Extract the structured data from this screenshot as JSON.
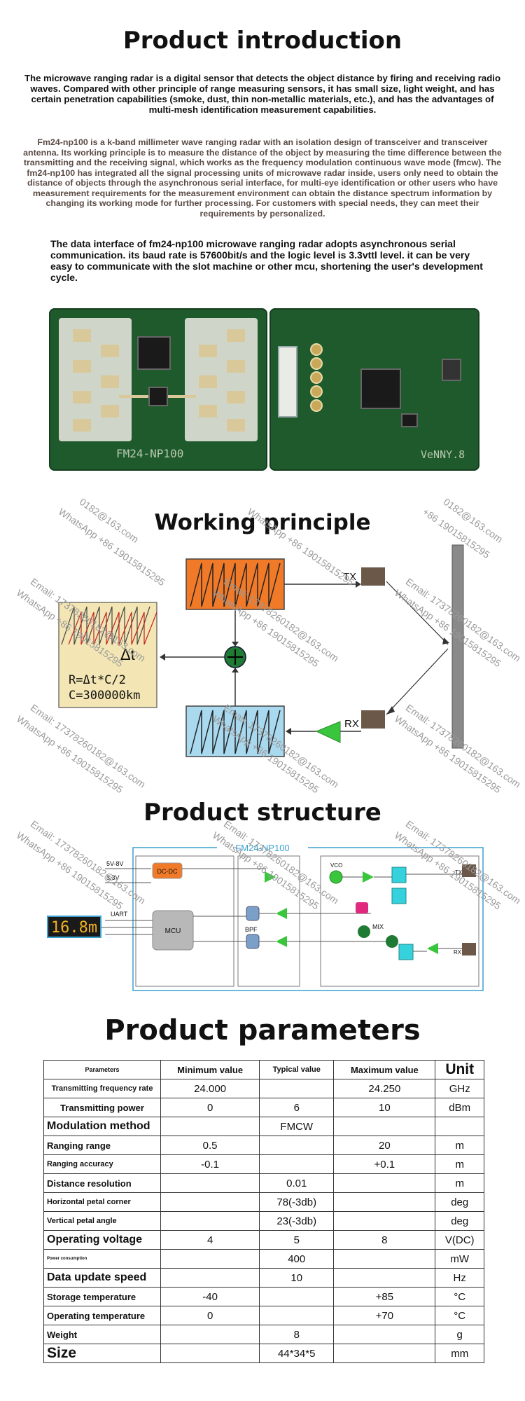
{
  "intro": {
    "title": "Product introduction",
    "p1": "The microwave ranging radar is a digital sensor that detects the object distance by firing and receiving radio waves. Compared with other principle of range measuring sensors, it has small size, light weight, and has certain penetration capabilities (smoke, dust, thin non-metallic materials, etc.), and has the advantages of multi-mesh identification measurement capabilities.",
    "p2": "Fm24-np100 is a k-band millimeter wave ranging radar with an isolation design of transceiver and transceiver antenna. Its working principle is to measure the distance of the object by measuring the time difference between the transmitting and the receiving signal, which works as the frequency modulation continuous wave mode (fmcw). The fm24-np100 has integrated all the signal processing units of microwave radar inside, users only need to obtain the distance of objects through the asynchronous serial interface, for multi-eye identification or other users who have measurement requirements for the measurement environment can obtain the distance spectrum information by changing its working mode for further processing. For customers with special needs, they can meet their requirements by personalized.",
    "p3": "The data interface of fm24-np100 microwave ranging radar adopts asynchronous serial communication. its baud rate is 57600bit/s and the logic level is 3.3vttl level. it can be very easy to communicate with the slot machine or other mcu, shortening the user's development cycle."
  },
  "boards": {
    "front_silk": "FM24-NP100",
    "back_silk": "VeNNY.8"
  },
  "watermark": {
    "email": "Email: 17378260182@163.com",
    "whatsapp": "WhatsApp +86 19015815295",
    "frag1": "0182@163.com",
    "frag2": "+86 19015815295"
  },
  "principle": {
    "title": "Working principle",
    "tx": "TX",
    "rx": "RX",
    "delta": "Δt",
    "formula1": "R=Δt*C/2",
    "formula2": "C=300000km"
  },
  "structure": {
    "title": "Product structure",
    "module": "FM24-NP100",
    "v_in": "5V-8V",
    "v_out": "3.3V",
    "dcdc": "DC-DC",
    "uart": "UART",
    "mcu": "MCU",
    "bpf": "BPF",
    "vco": "VCO",
    "mix": "MIX",
    "tx": "TX",
    "rx": "RX",
    "display": "16.8m"
  },
  "parameters": {
    "title": "Product parameters",
    "headers": [
      "Parameters",
      "Minimum value",
      "Typical value",
      "Maximum value",
      "Unit"
    ],
    "rows": [
      [
        "Transmitting frequency rate",
        "24.000",
        "",
        "24.250",
        "GHz"
      ],
      [
        "Transmitting power",
        "0",
        "6",
        "10",
        "dBm"
      ],
      [
        "Modulation method",
        "",
        "FMCW",
        "",
        ""
      ],
      [
        "Ranging range",
        "0.5",
        "",
        "20",
        "m"
      ],
      [
        "Ranging accuracy",
        "-0.1",
        "",
        "+0.1",
        "m"
      ],
      [
        "Distance resolution",
        "",
        "0.01",
        "",
        "m"
      ],
      [
        "Horizontal petal corner",
        "",
        "78(-3db)",
        "",
        "deg"
      ],
      [
        "Vertical petal angle",
        "",
        "23(-3db)",
        "",
        "deg"
      ],
      [
        "Operating voltage",
        "4",
        "5",
        "8",
        "V(DC)"
      ],
      [
        "Power consumption",
        "",
        "400",
        "",
        "mW"
      ],
      [
        "Data update speed",
        "",
        "10",
        "",
        "Hz"
      ],
      [
        "Storage temperature",
        "-40",
        "",
        "+85",
        "°C"
      ],
      [
        "Operating temperature",
        "0",
        "",
        "+70",
        "°C"
      ],
      [
        "Weight",
        "",
        "8",
        "",
        "g"
      ],
      [
        "Size",
        "",
        "44*34*5",
        "",
        "mm"
      ]
    ]
  },
  "colors": {
    "pcb": "#1f5a2c",
    "tx_block": "#f07a28",
    "rx_block": "#a9d9ef",
    "formula_bg": "#f3e6b4",
    "mixer": "#1f7a34",
    "amp": "#39c63c",
    "frame": "#3aa1d0"
  }
}
